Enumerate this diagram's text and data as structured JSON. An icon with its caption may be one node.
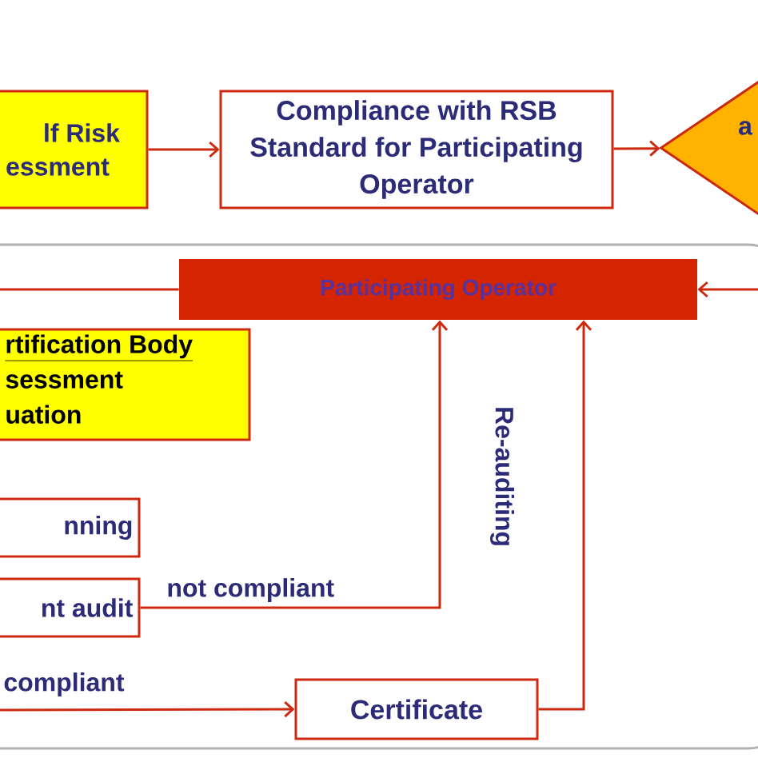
{
  "diagram": {
    "nodes": [
      {
        "text": [
          "lf Risk essment"
        ]
      },
      {
        "text": [
          "Compliance with RSB Standard for Participating Operator"
        ]
      },
      {
        "text": [
          "a"
        ]
      },
      {
        "text": [],
        "shape": "box"
      },
      {
        "text": [
          "Participating Operator"
        ],
        "in": 3
      },
      {
        "text": [
          "rtification Body",
          "sessment",
          "uation"
        ],
        "in": 3
      },
      {
        "text": [
          "nning"
        ],
        "in": 3
      },
      {
        "text": [
          "nt audit"
        ],
        "in": 3
      },
      {
        "text": [
          "Certificate"
        ],
        "in": 3
      }
    ],
    "edges": [
      {
        "from": 0,
        "to": 1,
        "arrow": "to"
      },
      {
        "from": 1,
        "to": 2,
        "arrow": "to"
      },
      {
        "from": 4,
        "to": null,
        "arrow": "none"
      },
      {
        "from": null,
        "to": 4,
        "arrow": "to"
      },
      {
        "from": 7,
        "to": 4,
        "arrow": "to",
        "label": "not compliant"
      },
      {
        "from": null,
        "to": 8,
        "arrow": "to",
        "label": "compliant"
      },
      {
        "from": 8,
        "to": 4,
        "arrow": "to",
        "label": "Re-auditing"
      }
    ]
  }
}
